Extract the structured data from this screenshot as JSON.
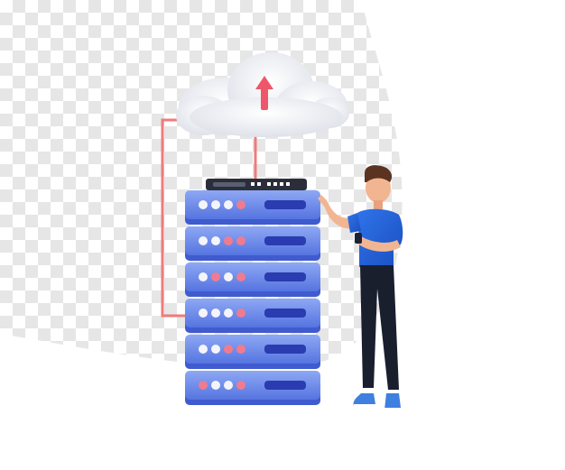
{
  "scene": {
    "subject": "",
    "colors": {
      "server_blue": "#5b7de8",
      "server_light": "#8fa9f5",
      "slot_dark": "#2a3cb0",
      "cable": "#f07b7b",
      "shirt": "#1f63d9",
      "pants": "#1a1f2e",
      "arrow": "#f0566a"
    },
    "led_patterns": [
      [
        "white",
        "white",
        "white",
        "pink"
      ],
      [
        "white",
        "white",
        "pink",
        "pink"
      ],
      [
        "white",
        "pink",
        "white",
        "pink"
      ],
      [
        "white",
        "white",
        "white",
        "pink"
      ],
      [
        "white",
        "white",
        "pink",
        "pink"
      ],
      [
        "pink",
        "white",
        "white",
        "pink"
      ]
    ]
  }
}
